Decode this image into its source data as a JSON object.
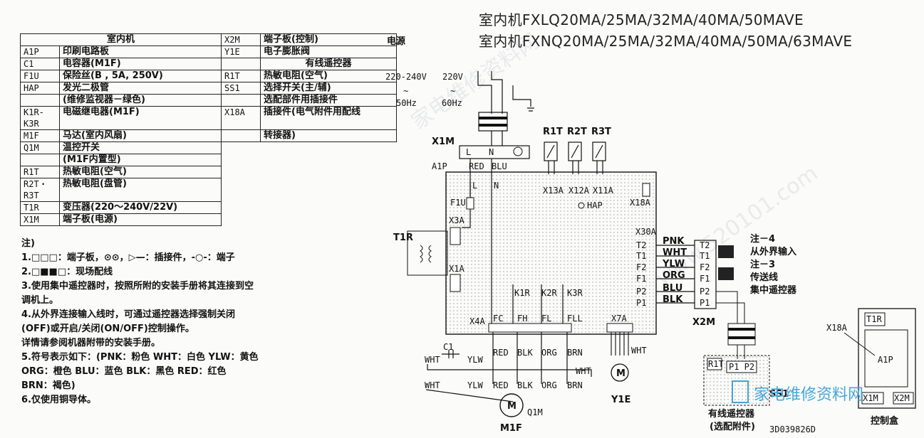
{
  "titles": {
    "line1": "室内机FXLQ20MA/25MA/32MA/40MA/50MAVE",
    "line2": "室内机FXNQ20MA/25MA/32MA/40MA/50MA/63MAVE"
  },
  "legend": {
    "header": "室内机",
    "rows_left": [
      {
        "code": "A1P",
        "desc": "印刷电路板"
      },
      {
        "code": "C1",
        "desc": "电容器(M1F)"
      },
      {
        "code": "F1U",
        "desc": "保险丝(B , 5A, 250V)"
      },
      {
        "code": "HAP",
        "desc": "发光二极管"
      },
      {
        "code": "",
        "desc": "(维修监视器－绿色)"
      },
      {
        "code": "K1R-K3R",
        "desc": "电磁继电器(M1F)"
      },
      {
        "code": "M1F",
        "desc": "马达(室内风扇)"
      },
      {
        "code": "Q1M",
        "desc": "温控开关"
      },
      {
        "code": "",
        "desc": "(M1F内置型)"
      },
      {
        "code": "R1T",
        "desc": "热敏电阻(空气)"
      },
      {
        "code": "R2T・R3T",
        "desc": "热敏电阻(盘管)"
      },
      {
        "code": "T1R",
        "desc": "变压器(220～240V/22V)"
      },
      {
        "code": "X1M",
        "desc": "端子板(电源)"
      }
    ],
    "rows_right": [
      {
        "code": "X2M",
        "desc": "端子板(控制)"
      },
      {
        "code": "Y1E",
        "desc": "电子膨胀阀"
      },
      {
        "code": "",
        "desc": "有线遥控器"
      },
      {
        "code": "R1T",
        "desc": "热敏电阻(空气)"
      },
      {
        "code": "SS1",
        "desc": "选择开关(主/辅)"
      },
      {
        "code": "",
        "desc": "选配部件用插接件"
      },
      {
        "code": "X18A",
        "desc": "插接件(电气附件用配线"
      },
      {
        "code": "",
        "desc": "转接器)"
      }
    ]
  },
  "notes": {
    "title": "注)",
    "items": [
      "1.□□□：端子板，⊙⊙，▷—：插接件，-○-：端子",
      "2.□■■□：现场配线",
      "3.使用集中遥控器时，按照所附的安装手册将其连接到空",
      "   调机上。",
      "4.从外界连接输入线时，可通过遥控器选择强制关闭",
      "   (OFF)或开启/关闭(ON/OFF)控制操作。",
      "   详情请参阅机器附带的安装手册。",
      "5.符号表示如下：(PNK：粉色     WHT：白色     YLW：黄色",
      "   ORG：橙色     BLU：蓝色     BLK：黑色     RED：红色",
      "   BRN：褐色)",
      "6.仅使用铜导体。"
    ]
  },
  "diagram": {
    "power_label": "电源",
    "voltage1": "220-240V",
    "voltage2": "220V",
    "freq1": "50Hz",
    "freq2": "60Hz",
    "tilde": "~",
    "x1m": "X1M",
    "l": "L",
    "n": "N",
    "a1p": "A1P",
    "red": "RED",
    "blu": "BLU",
    "r1t": "R1T",
    "r2t": "R2T",
    "r3t": "R3T",
    "x13a": "X13A",
    "x12a": "X12A",
    "x11a": "X11A",
    "hap": "HAP",
    "x18a": "X18A",
    "f1u": "F1U",
    "x3a": "X3A",
    "t1r": "T1R",
    "x1a": "X1A",
    "x30a": "X30A",
    "k1r": "K1R",
    "k2r": "K2R",
    "k3r": "K3R",
    "x4a": "X4A",
    "fc": "FC",
    "fh": "FH",
    "fl": "FL",
    "fll": "FLL",
    "x7a": "X7A",
    "wires_right": [
      "PNK",
      "WHT",
      "YLW",
      "ORG",
      "BLU",
      "BLK"
    ],
    "terms_left": [
      "T2",
      "T1",
      "F2",
      "F1",
      "P2",
      "P1"
    ],
    "terms_right": [
      "T2",
      "T1",
      "F2",
      "F1",
      "P2",
      "P1"
    ],
    "note4": "注－4",
    "ext_input": "从外界输入",
    "note3": "注－3",
    "trans_line": "传送线",
    "central_remote": "集中遥控器",
    "x2m": "X2M",
    "c1": "C1",
    "wht": "WHT",
    "ylw": "YLW",
    "motor_wires": [
      "RED",
      "BLK",
      "ORG",
      "BRN"
    ],
    "motor_wires_bottom": [
      "YLW",
      "RED",
      "BLK",
      "ORG",
      "BRN"
    ],
    "q1m": "Q1M",
    "m1f": "M1F",
    "m": "M",
    "y1e": "Y1E",
    "remote_r1t": "R1T",
    "remote_p1p2": "P1 P2",
    "ss1": "SS1",
    "remote_caption1": "有线遥控器",
    "remote_caption2": "(选配附件)",
    "box_x18a": "X18A",
    "box_t1r": "T1R",
    "box_a1p": "A1P",
    "box_x1m": "X1M",
    "box_x2m": "X2M",
    "control_box": "控制盒",
    "doc_code": "3D039826D"
  },
  "watermarks": [
    "家电维修资料网",
    "www.520101.com"
  ],
  "logo_text": "家电维修资料网"
}
